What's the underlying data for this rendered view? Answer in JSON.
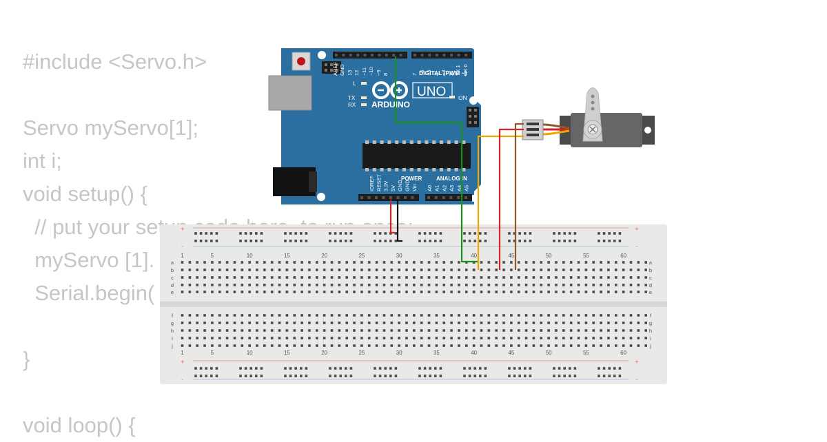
{
  "code": {
    "lines": [
      "#include <Servo.h>",
      "",
      "Servo myServo[1];",
      "int i;",
      "void setup() {",
      "  // put your setup code here, to run once:",
      "  myServo [1].",
      "  Serial.begin(",
      "",
      "}",
      "",
      "void loop() {"
    ]
  },
  "arduino": {
    "logo_text": "ARDUINO",
    "model_text": "UNO",
    "on_label": "ON",
    "led_labels": [
      "L",
      "TX",
      "RX"
    ],
    "digital_header_label": "DIGITAL (PWM ~)",
    "top_pin_labels": [
      "AREF",
      "GND",
      "13",
      "12",
      "~11",
      "~10",
      "~9",
      "8",
      "7",
      "~6",
      "~5",
      "4",
      "~3",
      "2",
      "TX 1",
      "RX 0"
    ],
    "power_label": "POWER",
    "analog_label": "ANALOG IN",
    "power_pin_labels": [
      "IOREF",
      "RESET",
      "3.3V",
      "5V",
      "GND",
      "GND",
      "Vin"
    ],
    "analog_pin_labels": [
      "A0",
      "A1",
      "A2",
      "A3",
      "A4",
      "A5"
    ]
  },
  "breadboard": {
    "column_numbers": [
      "1",
      "5",
      "10",
      "15",
      "20",
      "25",
      "30",
      "35",
      "40",
      "45",
      "50",
      "55",
      "60"
    ],
    "row_letters_top": [
      "a",
      "b",
      "c",
      "d",
      "e"
    ],
    "row_letters_bottom": [
      "f",
      "g",
      "h",
      "i",
      "j"
    ],
    "rail_plus": "+",
    "rail_minus": "-"
  },
  "colors": {
    "board": "#2b6fa0",
    "breadboard": "#e9e9e7",
    "code_text": "#c6c6c6",
    "wire_red": "#d42424",
    "wire_black": "#111111",
    "wire_green": "#1a8f1a",
    "wire_orange": "#f0a800",
    "wire_brown": "#8a5a2a"
  }
}
